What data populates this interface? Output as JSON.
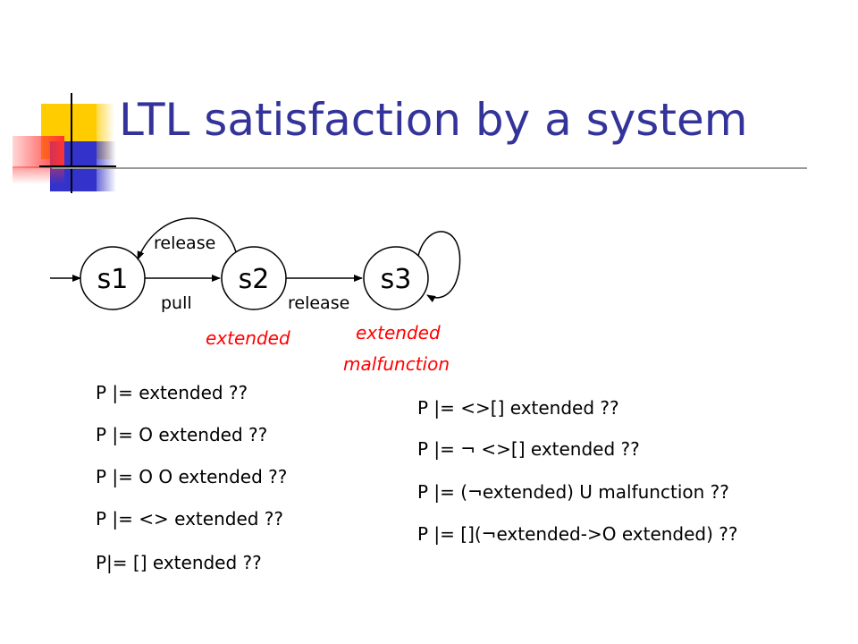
{
  "slide": {
    "title": "LTL satisfaction by a system",
    "title_color": "#333399",
    "accent_colors": {
      "yellow": "#ffcc00",
      "blue": "#3333cc",
      "red": "#ff3333",
      "rule": "#999999"
    }
  },
  "diagram": {
    "states": [
      {
        "label": "s1"
      },
      {
        "label": "s2"
      },
      {
        "label": "s3"
      }
    ],
    "transitions": {
      "pull": "pull",
      "release_back": "release",
      "release_forward": "release"
    },
    "state_props": {
      "s2": "extended",
      "s3_line1": "extended",
      "s3_line2": "malfunction"
    },
    "prop_color": "#ff0000"
  },
  "formulas_left": [
    "P |= extended  ??",
    "P |= O extended ??",
    "P |= O O extended ??",
    "P |= <> extended ??",
    "P|= [] extended ??"
  ],
  "formulas_right": [
    "P |= <>[] extended ??",
    "P |= ¬ <>[] extended ??",
    "P |= (¬extended) U malfunction ??",
    "P |= [](¬extended->O extended) ??"
  ]
}
